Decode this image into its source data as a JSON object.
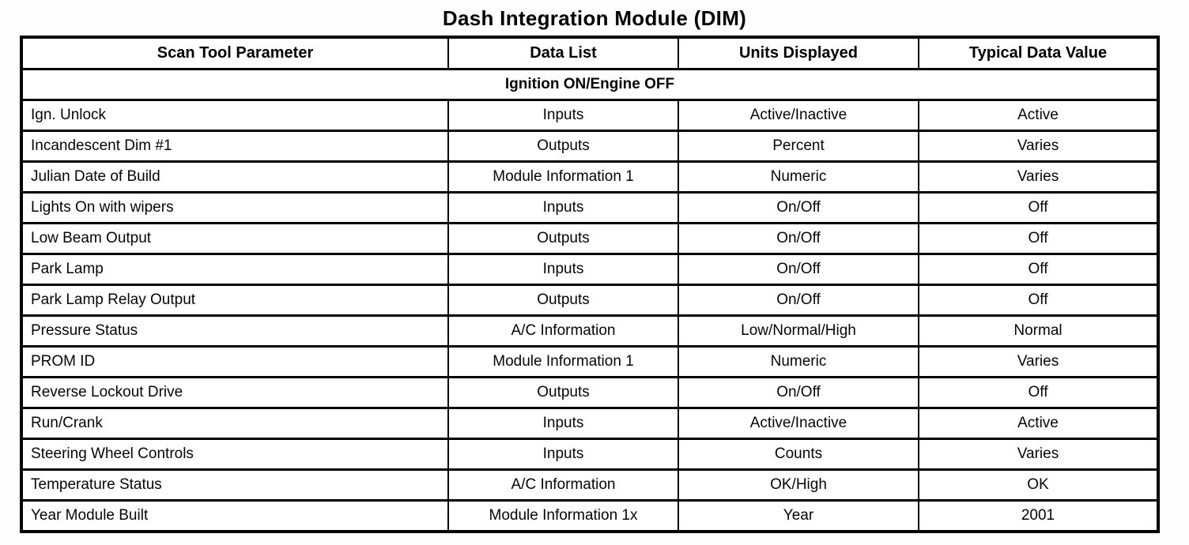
{
  "title": "Dash Integration Module (DIM)",
  "table": {
    "columns": [
      "Scan Tool Parameter",
      "Data List",
      "Units Displayed",
      "Typical Data Value"
    ],
    "section": "Ignition ON/Engine OFF",
    "rows": [
      {
        "parameter": "Ign. Unlock",
        "data_list": "Inputs",
        "units": "Active/Inactive",
        "typical_value": "Active"
      },
      {
        "parameter": "Incandescent Dim #1",
        "data_list": "Outputs",
        "units": "Percent",
        "typical_value": "Varies"
      },
      {
        "parameter": "Julian Date of Build",
        "data_list": "Module Information 1",
        "units": "Numeric",
        "typical_value": "Varies"
      },
      {
        "parameter": "Lights On with wipers",
        "data_list": "Inputs",
        "units": "On/Off",
        "typical_value": "Off"
      },
      {
        "parameter": "Low Beam Output",
        "data_list": "Outputs",
        "units": "On/Off",
        "typical_value": "Off"
      },
      {
        "parameter": "Park Lamp",
        "data_list": "Inputs",
        "units": "On/Off",
        "typical_value": "Off"
      },
      {
        "parameter": "Park Lamp Relay Output",
        "data_list": "Outputs",
        "units": "On/Off",
        "typical_value": "Off"
      },
      {
        "parameter": "Pressure Status",
        "data_list": "A/C Information",
        "units": "Low/Normal/High",
        "typical_value": "Normal"
      },
      {
        "parameter": "PROM ID",
        "data_list": "Module Information 1",
        "units": "Numeric",
        "typical_value": "Varies"
      },
      {
        "parameter": "Reverse Lockout Drive",
        "data_list": "Outputs",
        "units": "On/Off",
        "typical_value": "Off"
      },
      {
        "parameter": "Run/Crank",
        "data_list": "Inputs",
        "units": "Active/Inactive",
        "typical_value": "Active"
      },
      {
        "parameter": "Steering Wheel Controls",
        "data_list": "Inputs",
        "units": "Counts",
        "typical_value": "Varies"
      },
      {
        "parameter": "Temperature Status",
        "data_list": "A/C Information",
        "units": "OK/High",
        "typical_value": "OK"
      },
      {
        "parameter": "Year Module Built",
        "data_list": "Module Information 1x",
        "units": "Year",
        "typical_value": "2001"
      }
    ]
  }
}
